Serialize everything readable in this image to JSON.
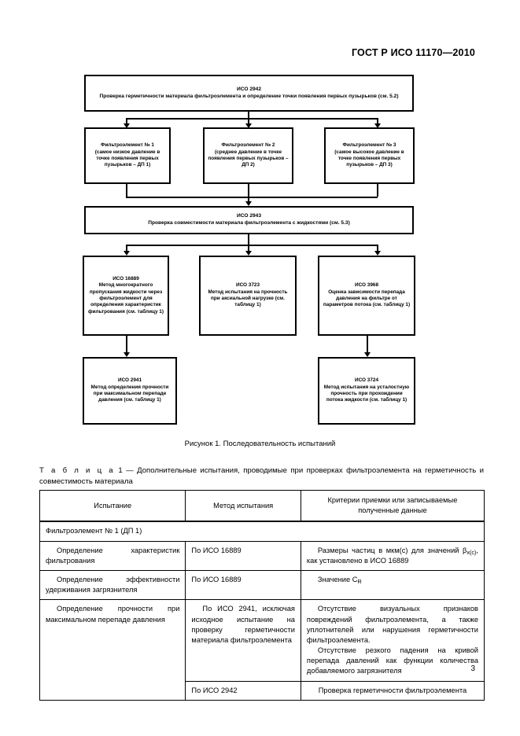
{
  "header": {
    "standard_title": "ГОСТ Р ИСО 11170—2010"
  },
  "figure": {
    "caption": "Рисунок 1. Последовательность испытаний",
    "nodes": [
      {
        "id": "iso2942",
        "title": "ИСО 2942",
        "body": "Проверка герметичности материала фильтроэлемента и определение точки появления первых пузырьков (см. 5.2)"
      },
      {
        "id": "element1",
        "title": "Фильтроэлемент № 1",
        "body": "(самое низкое давление в точке появления первых пузырьков – ДП 1)"
      },
      {
        "id": "element2",
        "title": "Фильтроэлемент № 2",
        "body": "(среднее давление в точке появления первых пузырьков – ДП 2)"
      },
      {
        "id": "element3",
        "title": "Фильтроэлемент № 3",
        "body": "(самое высокое давление в точке появления первых пузырьков – ДП 3)"
      },
      {
        "id": "iso2943",
        "title": "ИСО 2943",
        "body": "Проверка совместимости материала фильтроэлемента с жидкостями (см. 5.3)"
      },
      {
        "id": "iso16889",
        "title": "ИСО 16889",
        "body": "Метод многократного пропускания жидкости через фильтроэлемент для определения характеристик фильтрования (см. таблицу 1)"
      },
      {
        "id": "iso3723",
        "title": "ИСО 3723",
        "body": "Метод испытания на прочность при аксиальной нагрузке (см. таблицу 1)"
      },
      {
        "id": "iso3968",
        "title": "ИСО 3968",
        "body": "Оценка зависимости перепада давления на фильтре от параметров потока (см. таблицу 1)"
      },
      {
        "id": "iso2941",
        "title": "ИСО 2941",
        "body": "Метод определения прочности при максимальном перепаде давления (см. таблицу 1)"
      },
      {
        "id": "iso3724",
        "title": "ИСО 3724",
        "body": "Метод испытания на усталостную прочность при прохождении потока жидкости (см. таблицу 1)"
      }
    ]
  },
  "table": {
    "label_spaced": "Т а б л и ц а",
    "number": "1",
    "dash": "—",
    "title": "Дополнительные испытания, проводимые при проверках фильтроэлемента на герметичность и совместимость материала",
    "headers": [
      "Испытание",
      "Метод испытания",
      "Критерии приемки или записываемые полученные данные"
    ],
    "group_row": "Фильтроэлемент № 1 (ДП 1)",
    "rows": [
      {
        "test": "Определение характеристик фильтрования",
        "method": "По ИСО 16889",
        "criteria_1": "Размеры частиц в мкм(с) для значений β",
        "criteria_sub": "x(c)",
        "criteria_2": ", как установлено в ИСО 16889"
      },
      {
        "test": "Определение эффективности удерживания загрязнителя",
        "method": "По ИСО 16889",
        "criteria_1": "Значение C",
        "criteria_sub": "R",
        "criteria_2": ""
      },
      {
        "test": "Определение прочности при максимальном перепаде давления",
        "method": "По ИСО 2941, исключая исходное испытание на проверку герметичности материала фильтроэлемента",
        "criteria_para1": "Отсутствие визуальных признаков повреждений фильтроэлемента, а также уплотнителей или нарушения герметичности фильтроэлемента.",
        "criteria_para2": "Отсутствие резкого падения на кривой перепада давлений как функции количества добавляемого загрязнителя"
      },
      {
        "test": "",
        "method": "По ИСО 2942",
        "criteria_para1": "Проверка герметичности фильтроэлемента"
      }
    ]
  },
  "footer": {
    "page_number": "3"
  }
}
